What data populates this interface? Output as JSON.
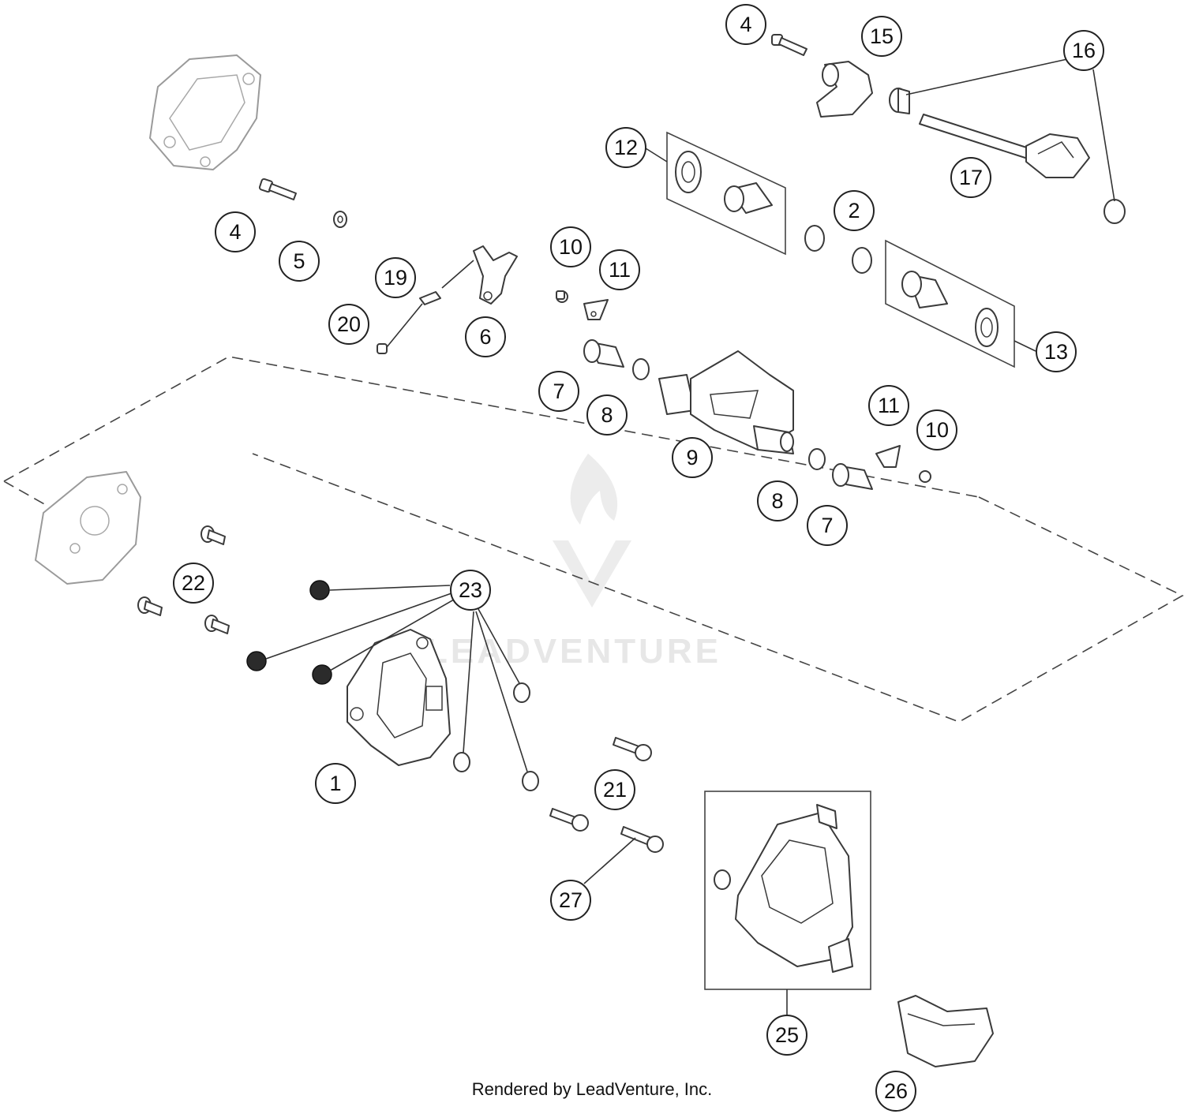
{
  "watermark": {
    "text": "LEADVENTURE"
  },
  "footer": {
    "credit": "Rendered by LeadVenture, Inc."
  },
  "callouts": [
    {
      "id": "c-4a",
      "label": "4"
    },
    {
      "id": "c-15",
      "label": "15"
    },
    {
      "id": "c-16",
      "label": "16"
    },
    {
      "id": "c-12",
      "label": "12"
    },
    {
      "id": "c-17",
      "label": "17"
    },
    {
      "id": "c-2",
      "label": "2"
    },
    {
      "id": "c-4b",
      "label": "4"
    },
    {
      "id": "c-5",
      "label": "5"
    },
    {
      "id": "c-19",
      "label": "19"
    },
    {
      "id": "c-20",
      "label": "20"
    },
    {
      "id": "c-6",
      "label": "6"
    },
    {
      "id": "c-10a",
      "label": "10"
    },
    {
      "id": "c-11a",
      "label": "11"
    },
    {
      "id": "c-13",
      "label": "13"
    },
    {
      "id": "c-7a",
      "label": "7"
    },
    {
      "id": "c-8a",
      "label": "8"
    },
    {
      "id": "c-9",
      "label": "9"
    },
    {
      "id": "c-11b",
      "label": "11"
    },
    {
      "id": "c-10b",
      "label": "10"
    },
    {
      "id": "c-8b",
      "label": "8"
    },
    {
      "id": "c-7b",
      "label": "7"
    },
    {
      "id": "c-22",
      "label": "22"
    },
    {
      "id": "c-23",
      "label": "23"
    },
    {
      "id": "c-1",
      "label": "1"
    },
    {
      "id": "c-21",
      "label": "21"
    },
    {
      "id": "c-27",
      "label": "27"
    },
    {
      "id": "c-25",
      "label": "25"
    },
    {
      "id": "c-26",
      "label": "26"
    }
  ]
}
